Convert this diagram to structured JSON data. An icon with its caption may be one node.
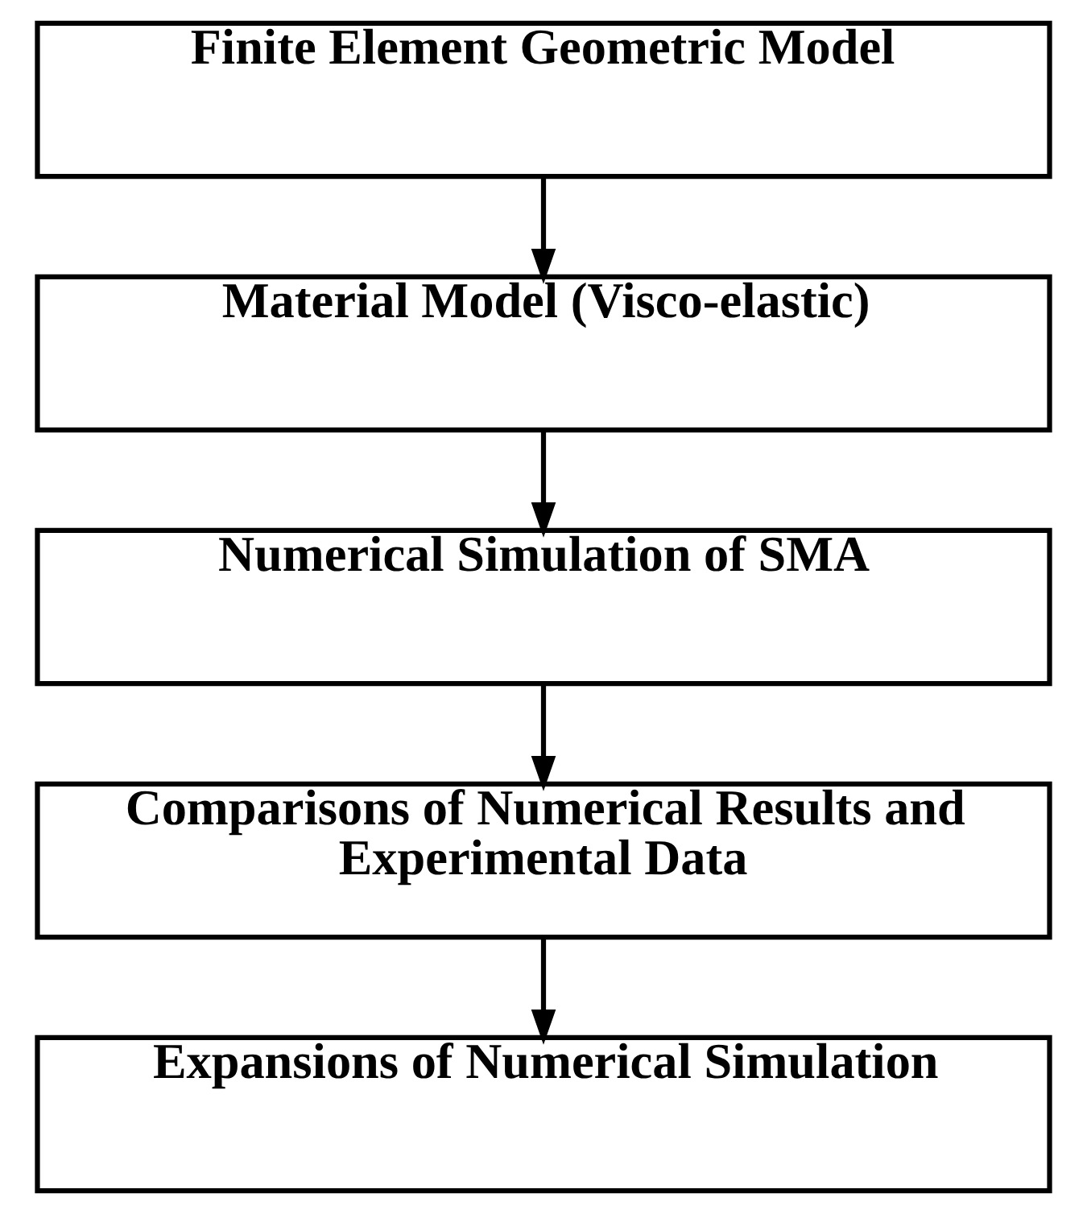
{
  "diagram": {
    "nodes": [
      {
        "text": [
          "Finite Element Geometric Model"
        ]
      },
      {
        "text": [
          "Material Model (Visco-elastic)"
        ]
      },
      {
        "text": [
          "Numerical Simulation of SMA"
        ]
      },
      {
        "text": [
          "Comparisons of Numerical Results and Experimental Data"
        ]
      },
      {
        "text": [
          "Expansions of Numerical Simulation"
        ]
      }
    ],
    "edges": [
      {
        "from": 0,
        "to": 1,
        "arrow": "to"
      },
      {
        "from": 1,
        "to": 2,
        "arrow": "to"
      },
      {
        "from": 2,
        "to": 3,
        "arrow": "to"
      },
      {
        "from": 3,
        "to": 4,
        "arrow": "to"
      }
    ]
  }
}
